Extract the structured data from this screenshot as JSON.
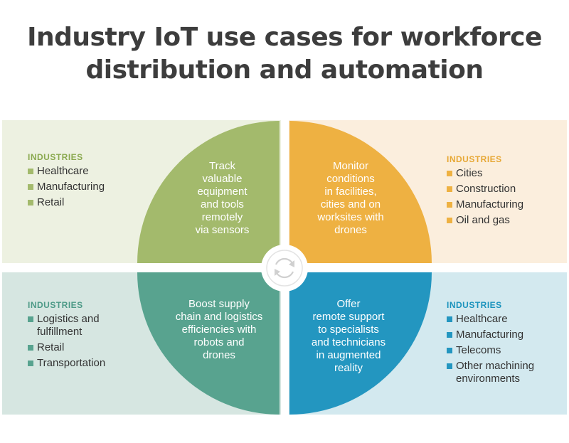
{
  "title": {
    "line1": "Industry IoT use cases for workforce",
    "line2": "distribution and automation"
  },
  "colors": {
    "green": "#a3ba6c",
    "orange": "#eeb142",
    "teal": "#58a38f",
    "blue": "#2396c0",
    "title_text": "#3d3d3d"
  },
  "center_icon": "refresh-cycle-icon",
  "quadrants": {
    "top_left": {
      "use_case": [
        "Track",
        "valuable",
        "equipment",
        "and tools",
        "remotely",
        "via sensors"
      ],
      "industries_label": "INDUSTRIES",
      "industries": [
        [
          "Healthcare"
        ],
        [
          "Manufacturing"
        ],
        [
          "Retail"
        ]
      ]
    },
    "top_right": {
      "use_case": [
        "Monitor",
        "conditions",
        "in facilities,",
        "cities and on",
        "worksites with",
        "drones"
      ],
      "industries_label": "INDUSTRIES",
      "industries": [
        [
          "Cities"
        ],
        [
          "Construction"
        ],
        [
          "Manufacturing"
        ],
        [
          "Oil and gas"
        ]
      ]
    },
    "bottom_left": {
      "use_case": [
        "Boost supply",
        "chain and logistics",
        "efficiencies with",
        "robots and",
        "drones"
      ],
      "industries_label": "INDUSTRIES",
      "industries": [
        [
          "Logistics and",
          "fulfillment"
        ],
        [
          "Retail"
        ],
        [
          "Transportation"
        ]
      ]
    },
    "bottom_right": {
      "use_case": [
        "Offer",
        "remote support",
        "to specialists",
        "and technicians",
        "in augmented",
        "reality"
      ],
      "industries_label": "INDUSTRIES",
      "industries": [
        [
          "Healthcare"
        ],
        [
          "Manufacturing"
        ],
        [
          "Telecoms"
        ],
        [
          "Other machining",
          "environments"
        ]
      ]
    }
  }
}
